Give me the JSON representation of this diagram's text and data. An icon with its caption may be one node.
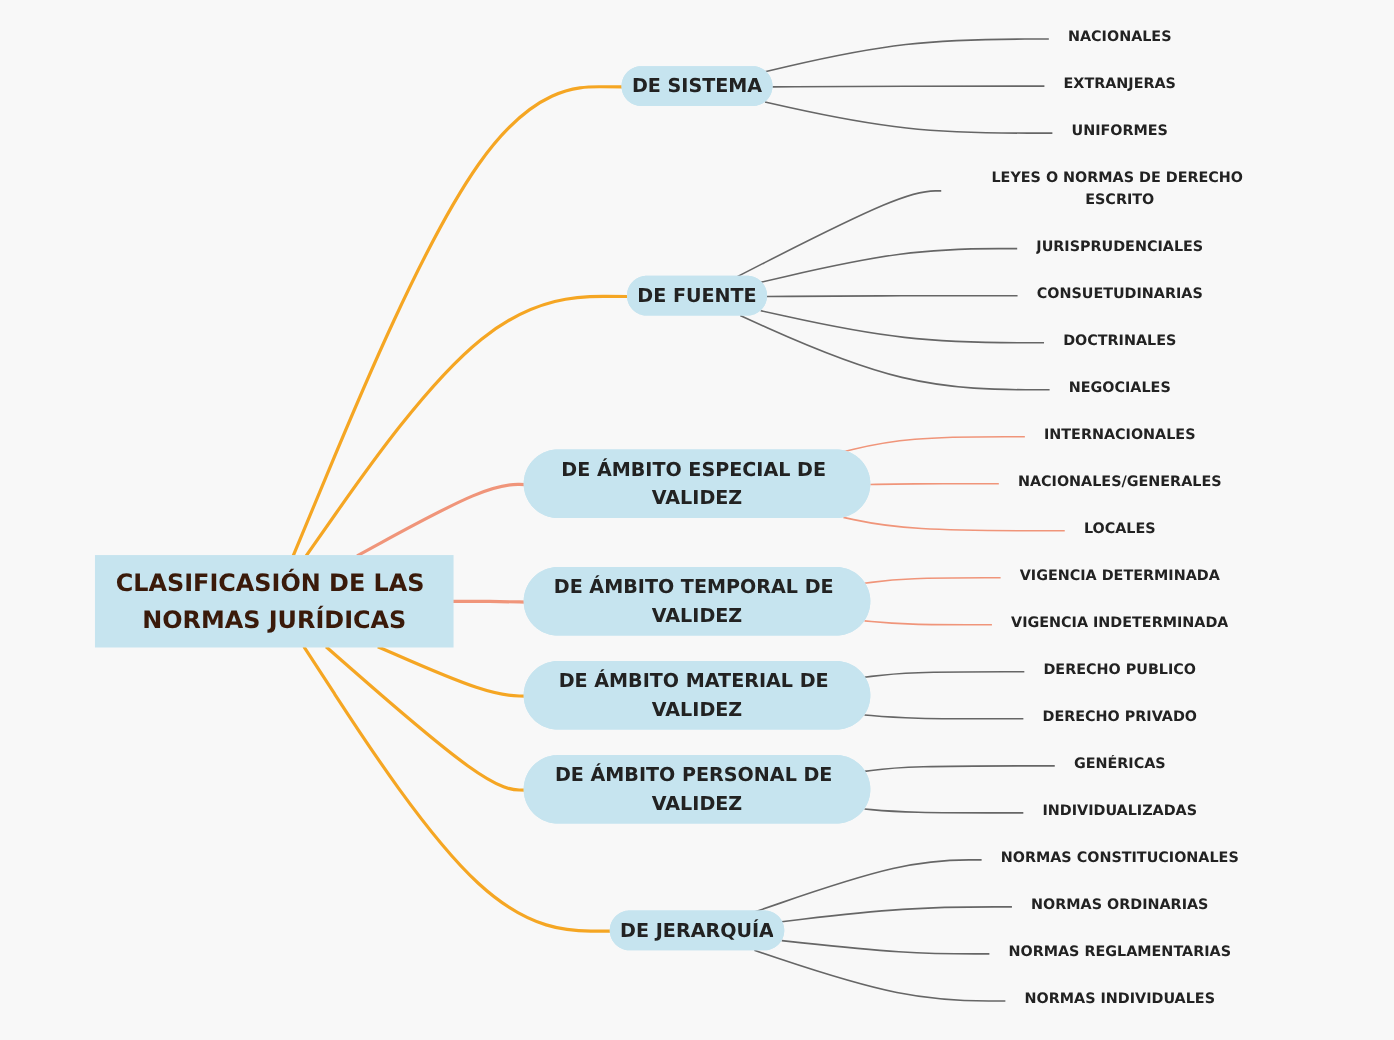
{
  "diagram": {
    "nodes": [
      {
        "text": [
          "CLASIFICASIÓN DE LAS NORMAS JURÍDICAS"
        ]
      },
      {
        "text": [
          "DE SISTEMA"
        ]
      },
      {
        "text": [
          "NACIONALES"
        ]
      },
      {
        "text": [
          "EXTRANJERAS"
        ]
      },
      {
        "text": [
          "UNIFORMES"
        ]
      },
      {
        "text": [
          "DE FUENTE"
        ]
      },
      {
        "text": [
          "LEYES O NORMAS DE DERECHO ESCRITO"
        ]
      },
      {
        "text": [
          "JURISPRUDENCIALES"
        ]
      },
      {
        "text": [
          "CONSUETUDINARIAS"
        ]
      },
      {
        "text": [
          "DOCTRINALES"
        ]
      },
      {
        "text": [
          "NEGOCIALES"
        ]
      },
      {
        "text": [
          "DE ÁMBITO ESPECIAL DE VALIDEZ"
        ]
      },
      {
        "text": [
          "INTERNACIONALES"
        ]
      },
      {
        "text": [
          "NACIONALES/GENERALES"
        ]
      },
      {
        "text": [
          "LOCALES"
        ]
      },
      {
        "text": [
          "DE ÁMBITO TEMPORAL DE VALIDEZ"
        ]
      },
      {
        "text": [
          "VIGENCIA DETERMINADA"
        ]
      },
      {
        "text": [
          "VIGENCIA INDETERMINADA"
        ]
      },
      {
        "text": [
          "DE ÁMBITO MATERIAL DE VALIDEZ"
        ]
      },
      {
        "text": [
          "DERECHO PUBLICO"
        ]
      },
      {
        "text": [
          "DERECHO PRIVADO"
        ]
      },
      {
        "text": [
          "DE ÁMBITO PERSONAL DE VALIDEZ"
        ]
      },
      {
        "text": [
          "GENÉRICAS"
        ]
      },
      {
        "text": [
          "INDIVIDUALIZADAS"
        ]
      },
      {
        "text": [
          "DE JERARQUÍA"
        ]
      },
      {
        "text": [
          "NORMAS CONSTITUCIONALES"
        ]
      },
      {
        "text": [
          "NORMAS ORDINARIAS"
        ]
      },
      {
        "text": [
          "NORMAS REGLAMENTARIAS"
        ]
      },
      {
        "text": [
          "NORMAS INDIVIDUALES"
        ]
      }
    ],
    "edges": [
      {
        "from": 0,
        "to": 1,
        "arrow": "none",
        "color": "#f5a623"
      },
      {
        "from": 1,
        "to": 2,
        "arrow": "none"
      },
      {
        "from": 1,
        "to": 3,
        "arrow": "none"
      },
      {
        "from": 1,
        "to": 4,
        "arrow": "none"
      },
      {
        "from": 0,
        "to": 5,
        "arrow": "none",
        "color": "#f5a623"
      },
      {
        "from": 5,
        "to": 6,
        "arrow": "none"
      },
      {
        "from": 5,
        "to": 7,
        "arrow": "none"
      },
      {
        "from": 5,
        "to": 8,
        "arrow": "none"
      },
      {
        "from": 5,
        "to": 9,
        "arrow": "none"
      },
      {
        "from": 5,
        "to": 10,
        "arrow": "none"
      },
      {
        "from": 0,
        "to": 11,
        "arrow": "none",
        "color": "#f0957a"
      },
      {
        "from": 11,
        "to": 12,
        "arrow": "none",
        "color": "#f0957a"
      },
      {
        "from": 11,
        "to": 13,
        "arrow": "none",
        "color": "#f0957a"
      },
      {
        "from": 11,
        "to": 14,
        "arrow": "none",
        "color": "#f0957a"
      },
      {
        "from": 0,
        "to": 15,
        "arrow": "none",
        "color": "#f0957a"
      },
      {
        "from": 15,
        "to": 16,
        "arrow": "none",
        "color": "#f0957a"
      },
      {
        "from": 15,
        "to": 17,
        "arrow": "none",
        "color": "#f0957a"
      },
      {
        "from": 0,
        "to": 18,
        "arrow": "none",
        "color": "#f5a623"
      },
      {
        "from": 18,
        "to": 19,
        "arrow": "none"
      },
      {
        "from": 18,
        "to": 20,
        "arrow": "none"
      },
      {
        "from": 0,
        "to": 21,
        "arrow": "none",
        "color": "#f5a623"
      },
      {
        "from": 21,
        "to": 22,
        "arrow": "none"
      },
      {
        "from": 21,
        "to": 23,
        "arrow": "none"
      },
      {
        "from": 0,
        "to": 24,
        "arrow": "none",
        "color": "#f5a623"
      },
      {
        "from": 24,
        "to": 25,
        "arrow": "none"
      },
      {
        "from": 24,
        "to": 26,
        "arrow": "none"
      },
      {
        "from": 24,
        "to": 27,
        "arrow": "none"
      },
      {
        "from": 24,
        "to": 28,
        "arrow": "none"
      }
    ]
  }
}
